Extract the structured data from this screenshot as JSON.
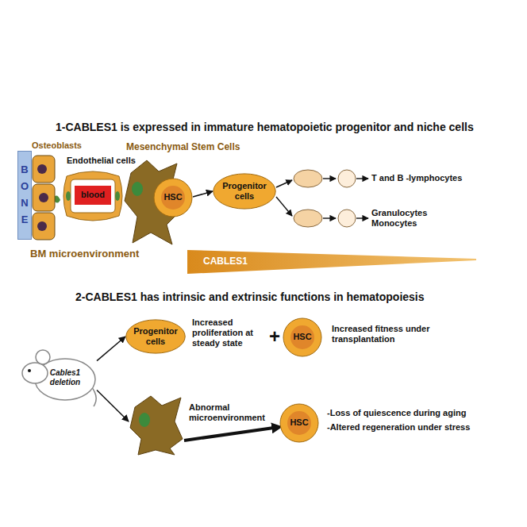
{
  "diagram": {
    "nodes": [
      {
        "text": [
          "BONE"
        ]
      },
      {
        "text": [
          "Osteoblasts"
        ]
      },
      {
        "text": [
          "Endothelial cells"
        ]
      },
      {
        "text": [
          "blood"
        ],
        "in": 2
      },
      {
        "text": [
          "Mesenchymal Stem Cells"
        ]
      },
      {
        "text": [
          "HSC"
        ],
        "in": 4
      },
      {
        "text": [
          "Progenitor cells"
        ]
      },
      {
        "text": [
          "CABLES1"
        ]
      },
      {
        "text": [
          "Cables1 deletion"
        ]
      },
      {
        "text": [
          "Progenitor cells",
          "Increased proliferation at steady state"
        ]
      },
      {
        "text": [
          "HSC",
          "Increased fitness under transplantation"
        ]
      },
      {
        "text": [
          "Abnormal microenvironment"
        ]
      },
      {
        "text": [
          "HSC",
          "-Loss of quiescence during aging",
          "-Altered regeneration under stress"
        ]
      }
    ],
    "edges": [
      {
        "from": 5,
        "to": 6,
        "arrow": "to"
      },
      {
        "from": 8,
        "to": 9,
        "arrow": "to"
      },
      {
        "from": 8,
        "to": 11,
        "arrow": "to"
      },
      {
        "from": 11,
        "to": 12,
        "arrow": "to"
      }
    ],
    "labels": [
      "1-CABLES1 is expressed in immature hematopoietic progenitor and niche cells",
      "2-CABLES1 has intrinsic and extrinsic functions in hematopoiesis",
      "T and B -lymphocytes",
      "Granulocytes Monocytes",
      "BM microenvironment",
      "+"
    ]
  }
}
